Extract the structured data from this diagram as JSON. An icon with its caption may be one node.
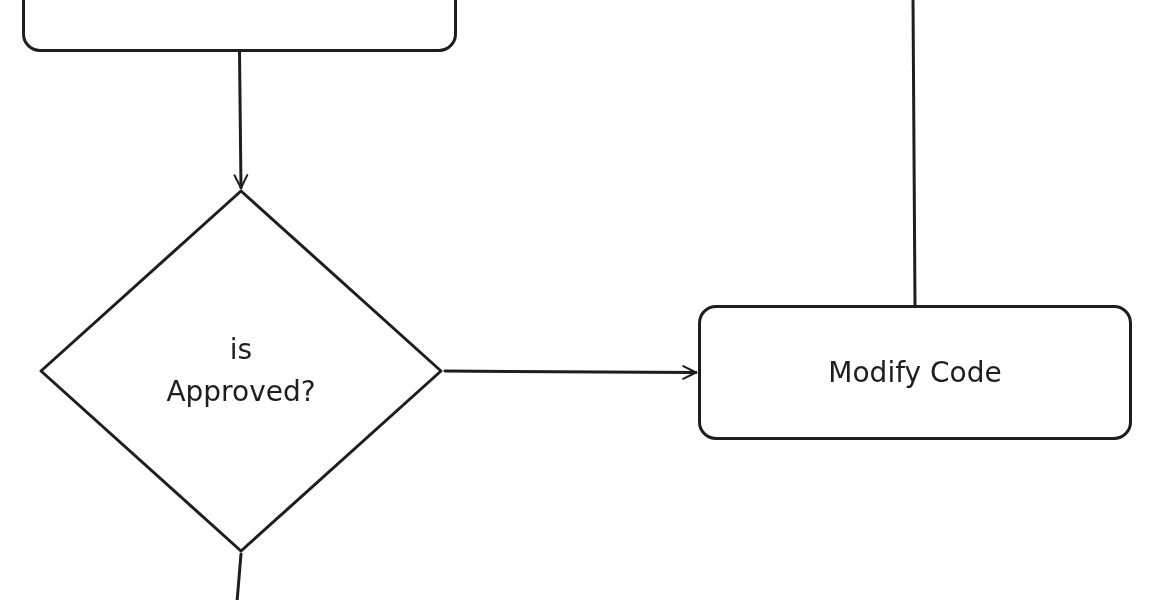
{
  "diagram": {
    "nodes": [
      {
        "text": [],
        "shape": "box"
      },
      {
        "text": [
          "is Approved?"
        ]
      },
      {
        "text": [
          "Modify Code"
        ]
      }
    ],
    "edges": [
      {
        "from": 0,
        "to": 1,
        "arrow": "to"
      },
      {
        "from": 1,
        "to": 2,
        "arrow": "to"
      },
      {
        "from": 2,
        "to": null,
        "arrow": "none"
      },
      {
        "from": 1,
        "to": null,
        "arrow": "none"
      }
    ]
  }
}
